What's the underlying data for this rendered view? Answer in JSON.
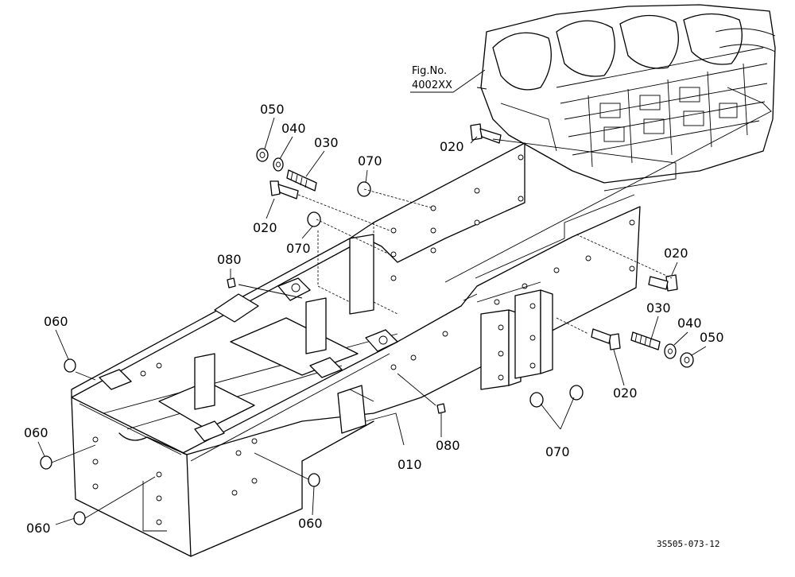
{
  "figure_ref": {
    "line1": "Fig.No.",
    "line2": "4002XX"
  },
  "drawing_code": "3S505-073-12",
  "callouts": {
    "c_010": "010",
    "c_020_a": "020",
    "c_020_b": "020",
    "c_020_c": "020",
    "c_020_d": "020",
    "c_030_a": "030",
    "c_030_b": "030",
    "c_040_a": "040",
    "c_040_b": "040",
    "c_050_a": "050",
    "c_050_b": "050",
    "c_060_a": "060",
    "c_060_b": "060",
    "c_060_c": "060",
    "c_060_d": "060",
    "c_070_a": "070",
    "c_070_b": "070",
    "c_070_c": "070",
    "c_080_a": "080",
    "c_080_b": "080"
  }
}
